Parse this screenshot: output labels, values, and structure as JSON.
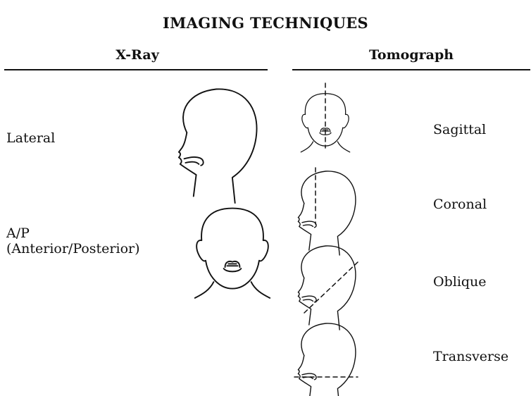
{
  "title": "IMAGING TECHNIQUES",
  "columns": {
    "xray": {
      "heading": "X-Ray",
      "views": [
        {
          "label": "Lateral",
          "figure": "head-profile-lateral"
        },
        {
          "label_lines": [
            "A/P",
            "(Anterior/Posterior)"
          ],
          "figure": "head-frontal"
        }
      ]
    },
    "tomograph": {
      "heading": "Tomograph",
      "views": [
        {
          "label": "Sagittal",
          "figure": "head-frontal-vertical-plane"
        },
        {
          "label": "Coronal",
          "figure": "head-profile-vertical-plane"
        },
        {
          "label": "Oblique",
          "figure": "head-profile-diagonal-plane"
        },
        {
          "label": "Transverse",
          "figure": "head-profile-horizontal-plane"
        }
      ]
    }
  }
}
